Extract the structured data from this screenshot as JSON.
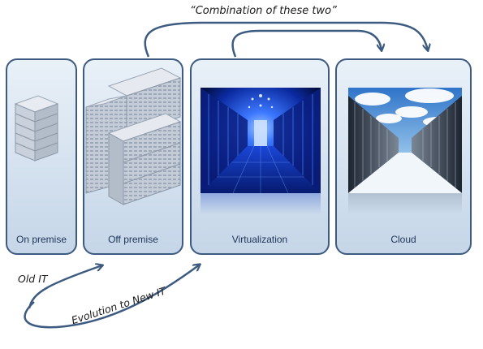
{
  "annotations": {
    "combination": "“Combination of these two”",
    "old_it": "Old IT",
    "evolution": "Evolution to New IT"
  },
  "stages": [
    {
      "label": "On premise",
      "icon": "server-stack-small-icon"
    },
    {
      "label": "Off premise",
      "icon": "server-farm-icon"
    },
    {
      "label": "Virtualization",
      "icon": "virtual-datacenter-image"
    },
    {
      "label": "Cloud",
      "icon": "cloud-datacenter-image"
    }
  ],
  "colors": {
    "border": "#3d5a80",
    "arrow": "#3d5a80",
    "virtual_glow": "#2f6bff",
    "sky": "#5b9bd5"
  }
}
